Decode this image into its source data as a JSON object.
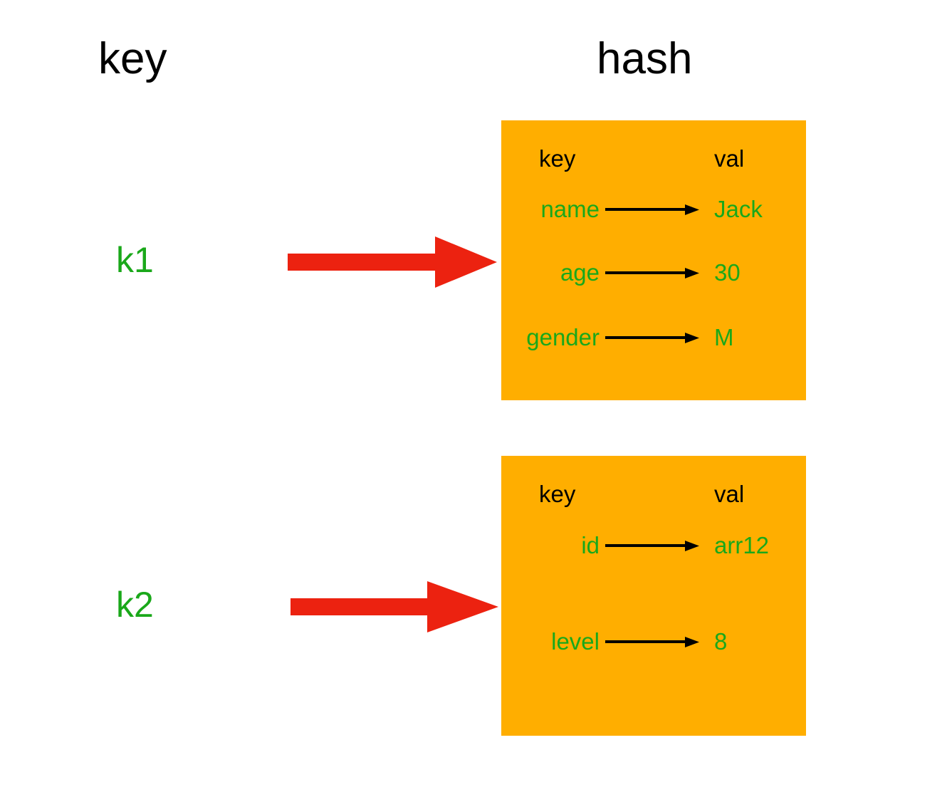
{
  "diagram": {
    "columns": {
      "left_title": "key",
      "right_title": "hash"
    },
    "colors": {
      "box_background": "#FFAE00",
      "value_text": "#1AA81A",
      "header_text": "#000000",
      "pointer_arrow": "#EC2210",
      "map_arrow": "#000000",
      "page_background": "#FFFFFF"
    },
    "entries": [
      {
        "key_label": "k1",
        "pointer_icon": "red-right-arrow-icon",
        "hash": {
          "header_key": "key",
          "header_val": "val",
          "fields": [
            {
              "key": "name",
              "val": "Jack",
              "arrow_icon": "right-arrow-icon"
            },
            {
              "key": "age",
              "val": "30",
              "arrow_icon": "right-arrow-icon"
            },
            {
              "key": "gender",
              "val": "M",
              "arrow_icon": "right-arrow-icon"
            }
          ]
        }
      },
      {
        "key_label": "k2",
        "pointer_icon": "red-right-arrow-icon",
        "hash": {
          "header_key": "key",
          "header_val": "val",
          "fields": [
            {
              "key": "id",
              "val": "arr12",
              "arrow_icon": "right-arrow-icon"
            },
            {
              "key": "level",
              "val": "8",
              "arrow_icon": "right-arrow-icon"
            }
          ]
        }
      }
    ]
  }
}
